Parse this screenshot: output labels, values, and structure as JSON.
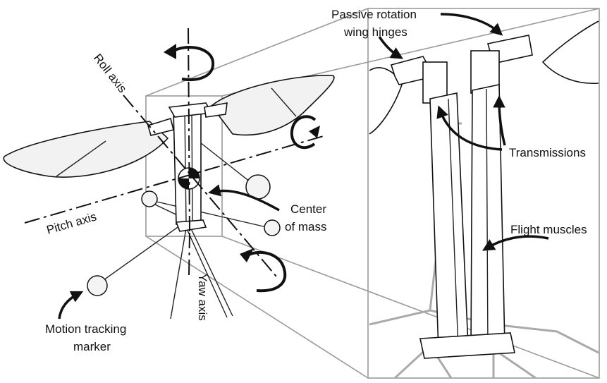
{
  "labels": {
    "roll_axis": "Roll axis",
    "pitch_axis": "Pitch axis",
    "yaw_axis": "Yaw axis",
    "center_of_mass_line1": "Center",
    "center_of_mass_line2": "of mass",
    "motion_marker_line1": "Motion tracking",
    "motion_marker_line2": "marker",
    "hinges_line1": "Passive rotation",
    "hinges_line2": "wing hinges",
    "transmissions": "Transmissions",
    "flight_muscles": "Flight muscles"
  }
}
